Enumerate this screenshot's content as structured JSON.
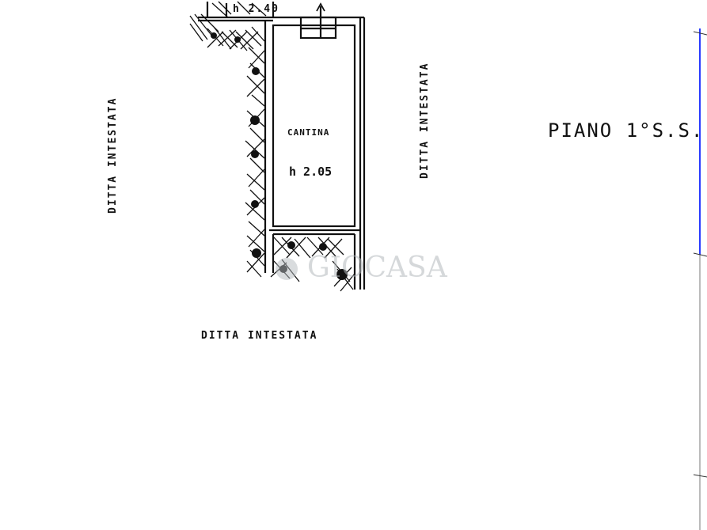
{
  "floor_label": "PIANO 1°S.S.",
  "room": {
    "name": "CANTINA",
    "height": "h 2.05"
  },
  "top_fragment_label": "h 2.40",
  "neighbors": {
    "left": "DITTA INTESTATA",
    "right": "DITTA INTESTATA",
    "bottom": "DITTA INTESTATA"
  },
  "watermark": "GIOCASA",
  "colors": {
    "ink": "#111111",
    "frame_line": "#2a3cff",
    "watermark": "#b4b9bd"
  }
}
